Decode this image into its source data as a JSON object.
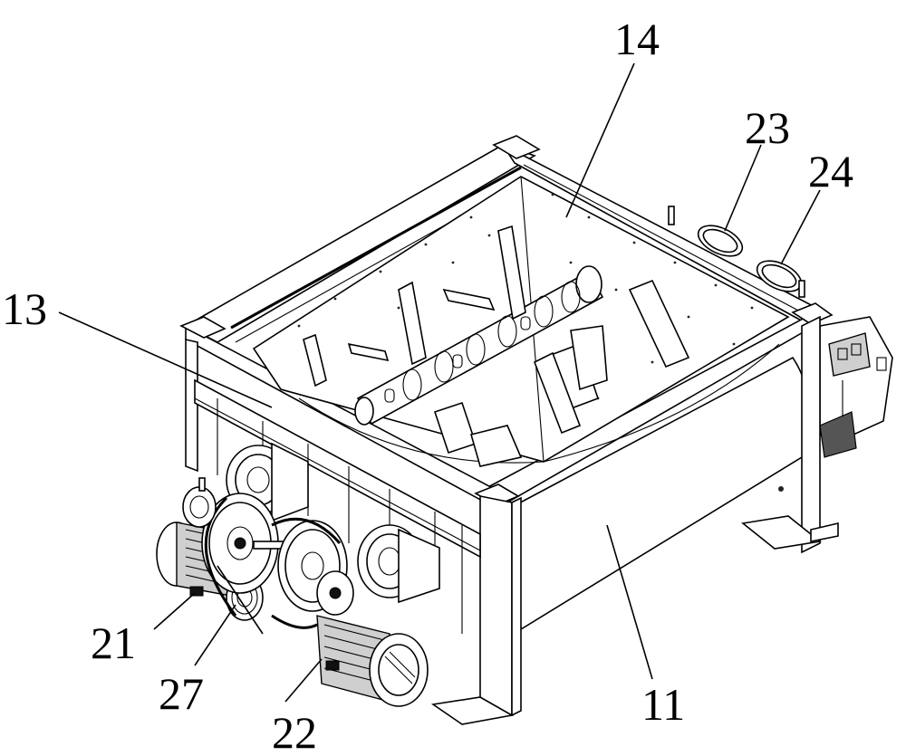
{
  "figure": {
    "background": "#ffffff",
    "line_color": "#000000",
    "labels": [
      {
        "id": "label-14",
        "text": "14"
      },
      {
        "id": "label-23",
        "text": "23"
      },
      {
        "id": "label-24",
        "text": "24"
      },
      {
        "id": "label-13",
        "text": "13"
      },
      {
        "id": "label-21",
        "text": "21"
      },
      {
        "id": "label-27",
        "text": "27"
      },
      {
        "id": "label-22",
        "text": "22"
      },
      {
        "id": "label-11",
        "text": "11"
      }
    ]
  }
}
